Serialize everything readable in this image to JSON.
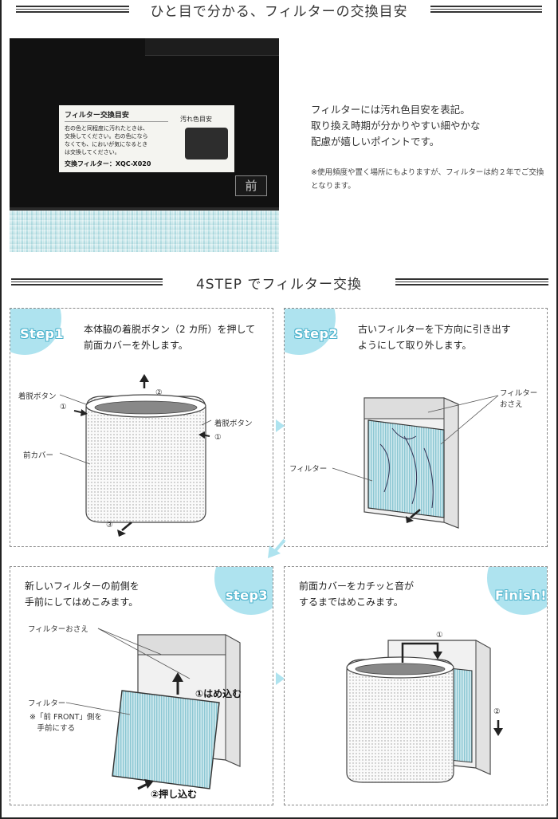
{
  "section1": {
    "title": "ひと目で分かる、フィルターの交換目安"
  },
  "photo": {
    "label_title": "フィルター交換目安",
    "label_text": "右の色と同程度に汚れたときは、\n交換してください。右の色になら\nなくても、においが気になるとき\nは交換してください。",
    "label_code": "交換フィルター：XQC-X020",
    "swatch_title": "汚れ色目安",
    "front_mark": "前"
  },
  "intro": {
    "lines": [
      "フィルターには汚れ色目安を表記。",
      "取り換え時期が分かりやすい細やかな",
      "配慮が嬉しいポイントです。"
    ],
    "note": "※使用頻度や置く場所にもよりますが、フィルターは約２年でご交換となります。"
  },
  "section2": {
    "title": "4STEP でフィルター交換"
  },
  "steps": [
    {
      "badge": "Step1",
      "desc": "本体脇の着脱ボタン（2 カ所）を押して\n前面カバーを外します。",
      "callouts": {
        "button_left": "着脱ボタン",
        "button_right": "着脱ボタン",
        "num1_left": "①",
        "num1_right": "①",
        "num2": "②",
        "num3": "③",
        "front_cover": "前カバー"
      }
    },
    {
      "badge": "Step2",
      "desc": "古いフィルターを下方向に引き出す\nようにして取り外します。",
      "callouts": {
        "filter_holder": "フィルター\nおさえ",
        "filter": "フィルター"
      }
    },
    {
      "badge": "step3",
      "desc": "新しいフィルターの前側を\n手前にしてはめこみます。",
      "callouts": {
        "filter_holder": "フィルターおさえ",
        "filter": "フィルター",
        "note": "※「前 FRONT」側を\n　手前にする",
        "insert": "①はめ込む",
        "push": "②押し込む"
      }
    },
    {
      "badge": "Finish!",
      "desc": "前面カバーをカチッと音が\nするまではめこみます。",
      "callouts": {
        "num1": "①",
        "num2": "②"
      }
    }
  ],
  "colors": {
    "badge": "#aee3ef",
    "badge_outline": "#4fb3cc",
    "filter_blue": "#9fd3dc",
    "arrow": "#aee3ef"
  }
}
